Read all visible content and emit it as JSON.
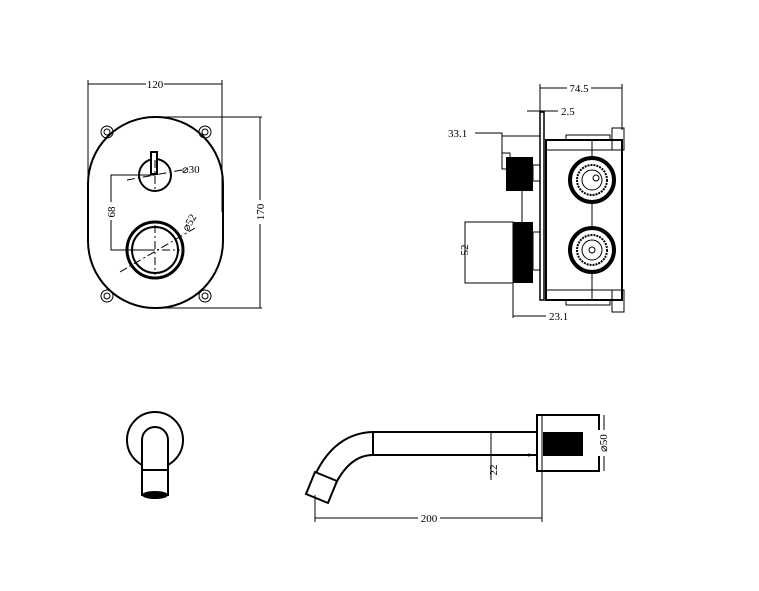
{
  "front_view": {
    "width_dim": "120",
    "height_dim": "170",
    "small_knob_dia": "⌀30",
    "large_knob_dia": "⌀52",
    "center_distance": "68"
  },
  "side_view": {
    "depth_dim": "74.5",
    "plate_dim": "2.5",
    "handle_offset_dim": "33.1",
    "knob_height_dim": "52",
    "knob_offset_dim": "23.1"
  },
  "spout_view": {
    "length_dim": "200",
    "pipe_dia_dim": "22",
    "flange_dia_dim": "⌀50"
  }
}
